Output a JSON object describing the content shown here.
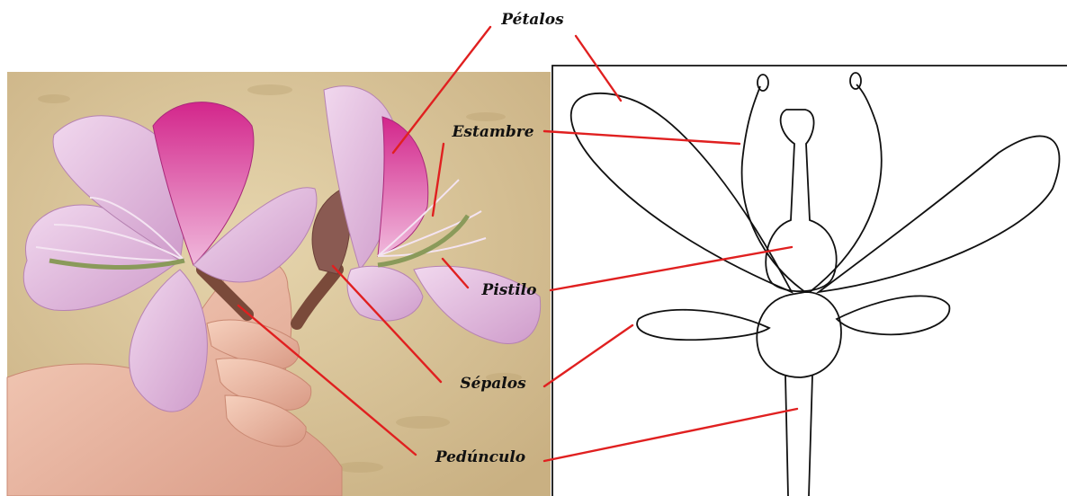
{
  "labels": {
    "petalos": "Pétalos",
    "estambre": "Estambre",
    "pistilo": "Pistilo",
    "sepalos": "Sépalos",
    "pedunculo": "Pedúnculo"
  },
  "colors": {
    "leader_line": "#e02020",
    "photo_sand": "#dcc9a0",
    "petal_pink": "#e3b8dc",
    "petal_magenta": "#c0187a",
    "skin": "#f2c2ad",
    "drawing_stroke": "#111111"
  },
  "icons": {
    "photo": "bauhinia-flower-held-in-hand-photo",
    "drawing": "flower-anatomy-line-drawing"
  }
}
